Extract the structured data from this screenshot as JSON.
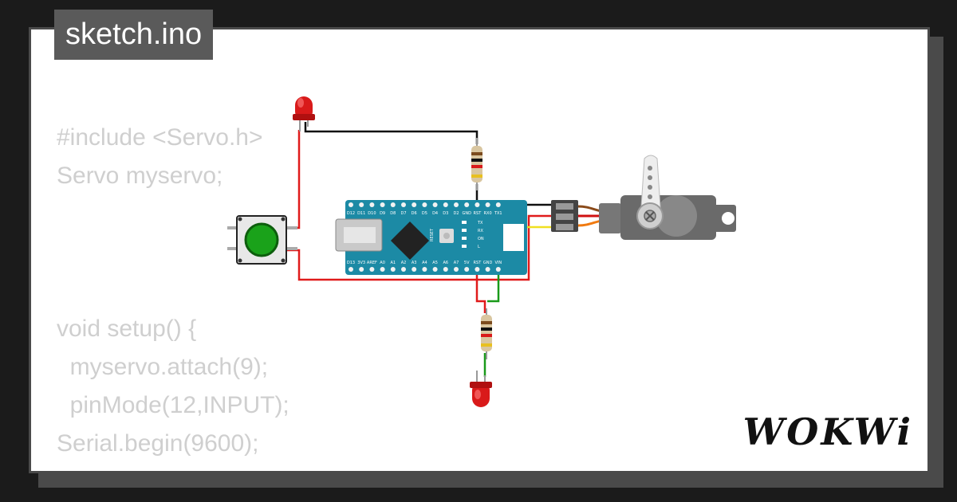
{
  "window": {
    "file_name": "sketch.ino",
    "brand": "WOKWi"
  },
  "code": {
    "lines": [
      "#include <Servo.h>",
      "Servo myservo;",
      "",
      "",
      "",
      "void setup() {",
      "  myservo.attach(9);",
      "  pinMode(12,INPUT);",
      "Serial.begin(9600);",
      "}"
    ]
  },
  "board": {
    "top_pins": [
      "D12",
      "D11",
      "D10",
      "D9",
      "D8",
      "D7",
      "D6",
      "D5",
      "D4",
      "D3",
      "D2",
      "GND",
      "RST",
      "RX0",
      "TX1"
    ],
    "bottom_pins": [
      "D13",
      "3V3",
      "AREF",
      "A0",
      "A1",
      "A2",
      "A3",
      "A4",
      "A5",
      "A6",
      "A7",
      "5V",
      "RST",
      "GND",
      "VIN"
    ],
    "leds": [
      "TX",
      "RX",
      "ON",
      "L"
    ],
    "reset_label": "RESET"
  },
  "colors": {
    "board": "#1c8aa5",
    "wire_black": "#111111",
    "wire_red": "#e01b1b",
    "wire_yellow": "#f0e020",
    "wire_green": "#1a9a1a",
    "led": "#d91a1a",
    "button": "#1aa21a",
    "servo": "#6a6a6a",
    "servo_wire_orange": "#f07a10"
  }
}
